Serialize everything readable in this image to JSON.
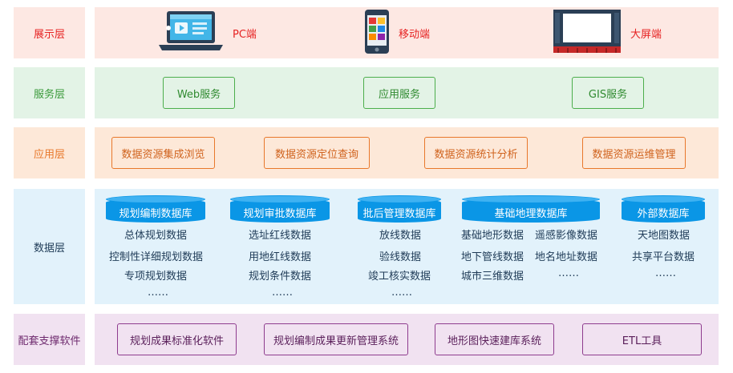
{
  "layers": {
    "presentation": {
      "label": "展示层",
      "items": [
        {
          "name": "PC端",
          "icon": "laptop-icon"
        },
        {
          "name": "移动端",
          "icon": "mobile-phone-icon"
        },
        {
          "name": "大屏端",
          "icon": "large-screen-icon"
        }
      ]
    },
    "service": {
      "label": "服务层",
      "items": [
        "Web服务",
        "应用服务",
        "GIS服务"
      ]
    },
    "application": {
      "label": "应用层",
      "items": [
        "数据资源集成浏览",
        "数据资源定位查询",
        "数据资源统计分析",
        "数据资源运维管理"
      ]
    },
    "data": {
      "label": "数据层",
      "databases": [
        {
          "name": "规划编制数据库",
          "items": [
            "总体规划数据",
            "控制性详细规划数据",
            "专项规划数据",
            "……"
          ]
        },
        {
          "name": "规划审批数据库",
          "items": [
            "选址红线数据",
            "用地红线数据",
            "规划条件数据",
            "……"
          ]
        },
        {
          "name": "批后管理数据库",
          "items": [
            "放线数据",
            "验线数据",
            "竣工核实数据",
            "……"
          ]
        },
        {
          "name": "基础地理数据库",
          "items": [
            "基础地形数据",
            "遥感影像数据",
            "地下管线数据",
            "地名地址数据",
            "城市三维数据",
            "……"
          ]
        },
        {
          "name": "外部数据库",
          "items": [
            "天地图数据",
            "共享平台数据",
            "……"
          ]
        }
      ]
    },
    "support": {
      "label": "配套支撑软件",
      "items": [
        "规划成果标准化软件",
        "规划编制成果更新管理系统",
        "地形图快速建库系统",
        "ETL工具"
      ]
    }
  },
  "colors": {
    "presentation_bg": "#fde8e3",
    "service_bg": "#e3f3e6",
    "application_bg": "#fde8d8",
    "data_bg": "#e2f2fb",
    "support_bg": "#f1e2f1",
    "service_border": "#4cae4c",
    "application_border": "#e8782b",
    "support_border": "#8e3c8e",
    "presentation_text": "#e62222",
    "database_blue": "#0a96e6"
  }
}
